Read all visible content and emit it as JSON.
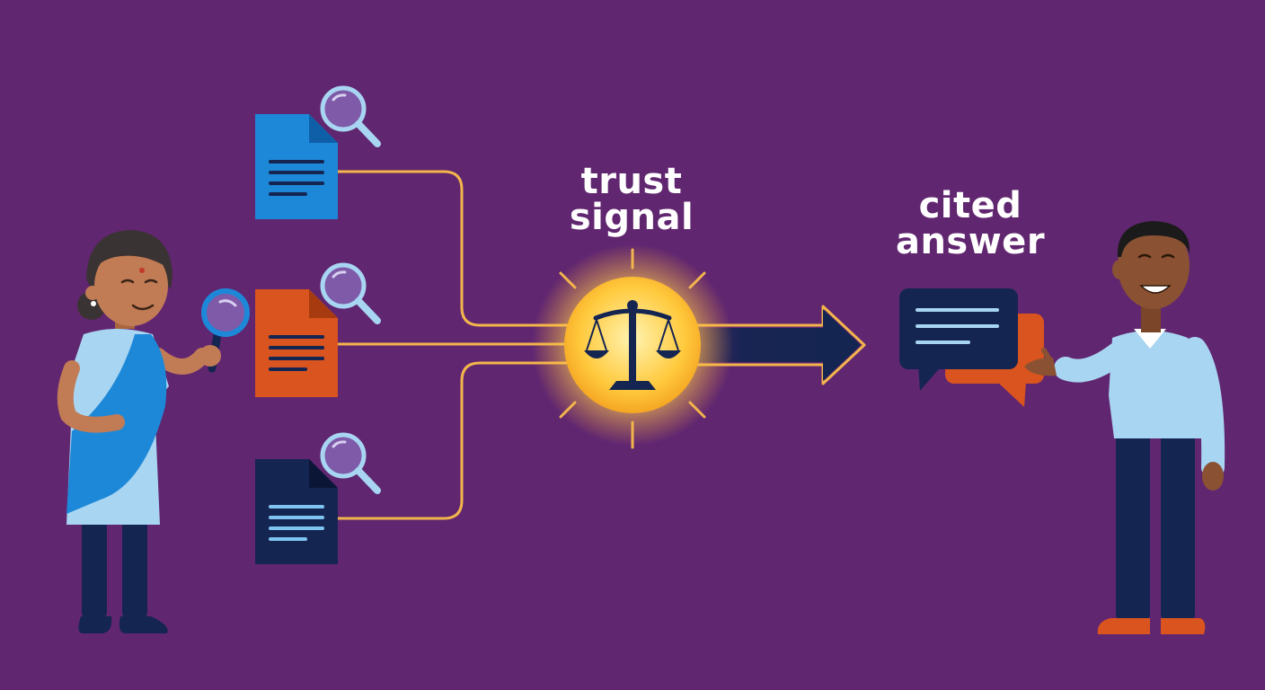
{
  "labels": {
    "trust_line1": "trust",
    "trust_line2": "signal",
    "cited_line1": "cited",
    "cited_line2": "answer"
  },
  "icons": {
    "documents": [
      "document-icon",
      "document-icon",
      "document-icon"
    ],
    "magnifiers": [
      "magnifier-icon",
      "magnifier-icon",
      "magnifier-icon",
      "magnifier-icon"
    ],
    "center": "balance-scale-icon",
    "output": "speech-bubbles-icon",
    "arrow": "arrow-right-icon",
    "people": [
      "woman-researcher-figure",
      "man-presenter-figure"
    ]
  },
  "colors": {
    "background": "#612670",
    "doc_blue": "#1E88D8",
    "doc_orange": "#D9541E",
    "doc_navy": "#152552",
    "connector": "#F2B54C",
    "glow": "#FFD45A",
    "navy": "#152552",
    "skin_woman": "#C17B55",
    "skin_man": "#8A5233",
    "shirt_light": "#A8D5F2"
  }
}
